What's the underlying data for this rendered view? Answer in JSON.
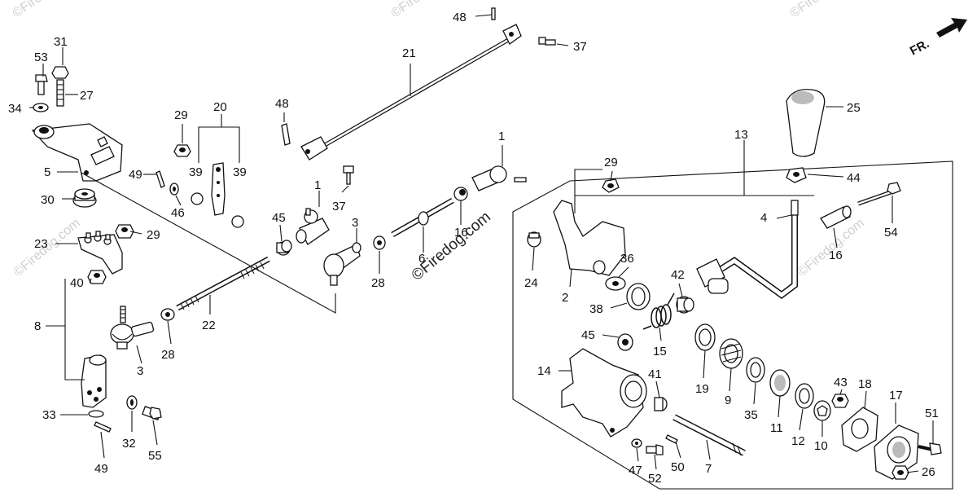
{
  "diagram": {
    "direction_marker": "FR.",
    "watermark": "©Firedog.com",
    "callouts": [
      {
        "id": "c1",
        "text": "1"
      },
      {
        "id": "c1b",
        "text": "1"
      },
      {
        "id": "c2",
        "text": "2"
      },
      {
        "id": "c3",
        "text": "3"
      },
      {
        "id": "c3b",
        "text": "3"
      },
      {
        "id": "c4",
        "text": "4"
      },
      {
        "id": "c5",
        "text": "5"
      },
      {
        "id": "c6",
        "text": "6"
      },
      {
        "id": "c7",
        "text": "7"
      },
      {
        "id": "c8",
        "text": "8"
      },
      {
        "id": "c9",
        "text": "9"
      },
      {
        "id": "c10",
        "text": "10"
      },
      {
        "id": "c11",
        "text": "11"
      },
      {
        "id": "c12",
        "text": "12"
      },
      {
        "id": "c13",
        "text": "13"
      },
      {
        "id": "c14",
        "text": "14"
      },
      {
        "id": "c15",
        "text": "15"
      },
      {
        "id": "c16",
        "text": "16"
      },
      {
        "id": "c16b",
        "text": "16"
      },
      {
        "id": "c17",
        "text": "17"
      },
      {
        "id": "c18",
        "text": "18"
      },
      {
        "id": "c19",
        "text": "19"
      },
      {
        "id": "c20",
        "text": "20"
      },
      {
        "id": "c21",
        "text": "21"
      },
      {
        "id": "c22",
        "text": "22"
      },
      {
        "id": "c23",
        "text": "23"
      },
      {
        "id": "c24",
        "text": "24"
      },
      {
        "id": "c25",
        "text": "25"
      },
      {
        "id": "c26",
        "text": "26"
      },
      {
        "id": "c27",
        "text": "27"
      },
      {
        "id": "c28",
        "text": "28"
      },
      {
        "id": "c28b",
        "text": "28"
      },
      {
        "id": "c29",
        "text": "29"
      },
      {
        "id": "c29b",
        "text": "29"
      },
      {
        "id": "c29c",
        "text": "29"
      },
      {
        "id": "c30",
        "text": "30"
      },
      {
        "id": "c31",
        "text": "31"
      },
      {
        "id": "c32",
        "text": "32"
      },
      {
        "id": "c33",
        "text": "33"
      },
      {
        "id": "c34",
        "text": "34"
      },
      {
        "id": "c35",
        "text": "35"
      },
      {
        "id": "c36",
        "text": "36"
      },
      {
        "id": "c37",
        "text": "37"
      },
      {
        "id": "c37b",
        "text": "37"
      },
      {
        "id": "c38",
        "text": "38"
      },
      {
        "id": "c39",
        "text": "39"
      },
      {
        "id": "c39b",
        "text": "39"
      },
      {
        "id": "c40",
        "text": "40"
      },
      {
        "id": "c41",
        "text": "41"
      },
      {
        "id": "c42",
        "text": "42"
      },
      {
        "id": "c43",
        "text": "43"
      },
      {
        "id": "c44",
        "text": "44"
      },
      {
        "id": "c45",
        "text": "45"
      },
      {
        "id": "c45b",
        "text": "45"
      },
      {
        "id": "c46",
        "text": "46"
      },
      {
        "id": "c47",
        "text": "47"
      },
      {
        "id": "c48",
        "text": "48"
      },
      {
        "id": "c48b",
        "text": "48"
      },
      {
        "id": "c49",
        "text": "49"
      },
      {
        "id": "c49b",
        "text": "49"
      },
      {
        "id": "c50",
        "text": "50"
      },
      {
        "id": "c51",
        "text": "51"
      },
      {
        "id": "c52",
        "text": "52"
      },
      {
        "id": "c53",
        "text": "53"
      },
      {
        "id": "c54",
        "text": "54"
      },
      {
        "id": "c55",
        "text": "55"
      }
    ]
  }
}
